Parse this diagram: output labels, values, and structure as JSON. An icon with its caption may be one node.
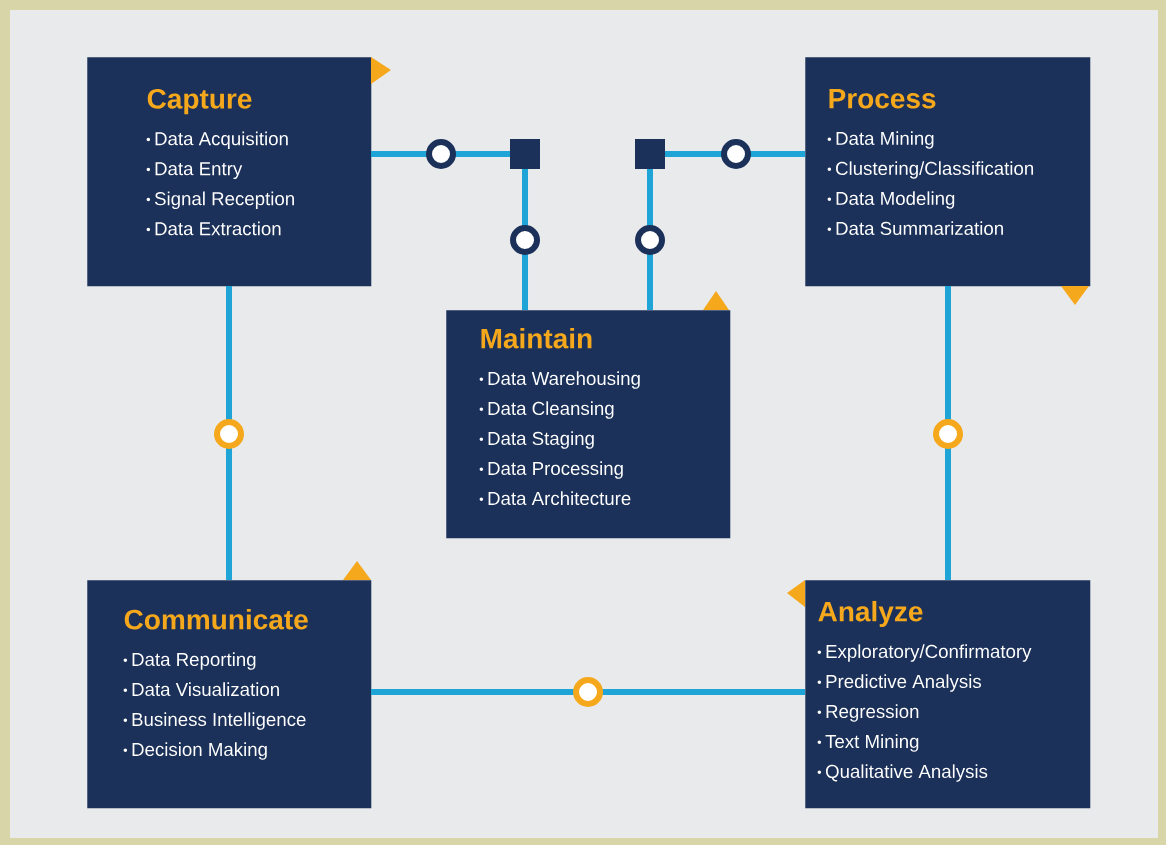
{
  "diagram": {
    "nodes": [
      {
        "text": [
          "Capture",
          "Data Acquisition",
          "Data Entry",
          "Signal Reception",
          "Data Extraction"
        ]
      },
      {
        "text": [
          "Process",
          "Data Mining",
          "Clustering/Classification",
          "Data Modeling",
          "Data Summarization"
        ]
      },
      {
        "text": [
          "Maintain",
          "Data Warehousing",
          "Data Cleansing",
          "Data Staging",
          "Data Processing",
          "Data Architecture"
        ]
      },
      {
        "text": [
          "Communicate",
          "Data Reporting",
          "Data Visualization",
          "Business Intelligence",
          "Decision Making"
        ]
      },
      {
        "text": [
          "Analyze",
          "Exploratory/Confirmatory",
          "Predictive Analysis",
          "Regression",
          "Text Mining",
          "Qualitative Analysis"
        ]
      }
    ],
    "edges": [
      {
        "from": 0,
        "to": 2,
        "arrow": "none"
      },
      {
        "from": 1,
        "to": 2,
        "arrow": "none"
      },
      {
        "from": 1,
        "to": 4,
        "arrow": "none"
      },
      {
        "from": 4,
        "to": 3,
        "arrow": "none"
      },
      {
        "from": 3,
        "to": 0,
        "arrow": "none"
      }
    ]
  }
}
